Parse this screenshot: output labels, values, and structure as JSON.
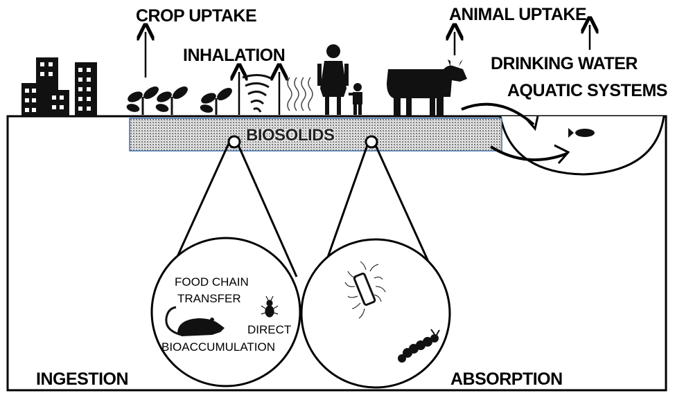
{
  "labels": {
    "crop_uptake": "CROP UPTAKE",
    "inhalation": "INHALATION",
    "animal_uptake": "ANIMAL UPTAKE",
    "drinking_water": "DRINKING WATER",
    "aquatic_systems": "AQUATIC SYSTEMS",
    "biosolids": "BIOSOLIDS",
    "food_chain_transfer_line1": "FOOD CHAIN",
    "food_chain_transfer_line2": "TRANSFER",
    "direct": "DIRECT",
    "bioaccumulation": "BIOACCUMULATION",
    "ingestion": "INGESTION",
    "absorption": "ABSORPTION"
  },
  "icons": [
    "buildings-icon",
    "plant-icon",
    "tornado-icon",
    "wind-waves-icon",
    "person-icon",
    "child-icon",
    "cow-icon",
    "fish-icon",
    "rat-icon",
    "beetle-icon",
    "bacterium-icon",
    "caterpillar-icon",
    "up-arrow-icon",
    "curved-arrow-icon"
  ],
  "colors": {
    "line": "#000000",
    "biosolids_fill": "#c9c9c9",
    "biosolids_border": "#3f6fa8",
    "background": "#ffffff"
  }
}
